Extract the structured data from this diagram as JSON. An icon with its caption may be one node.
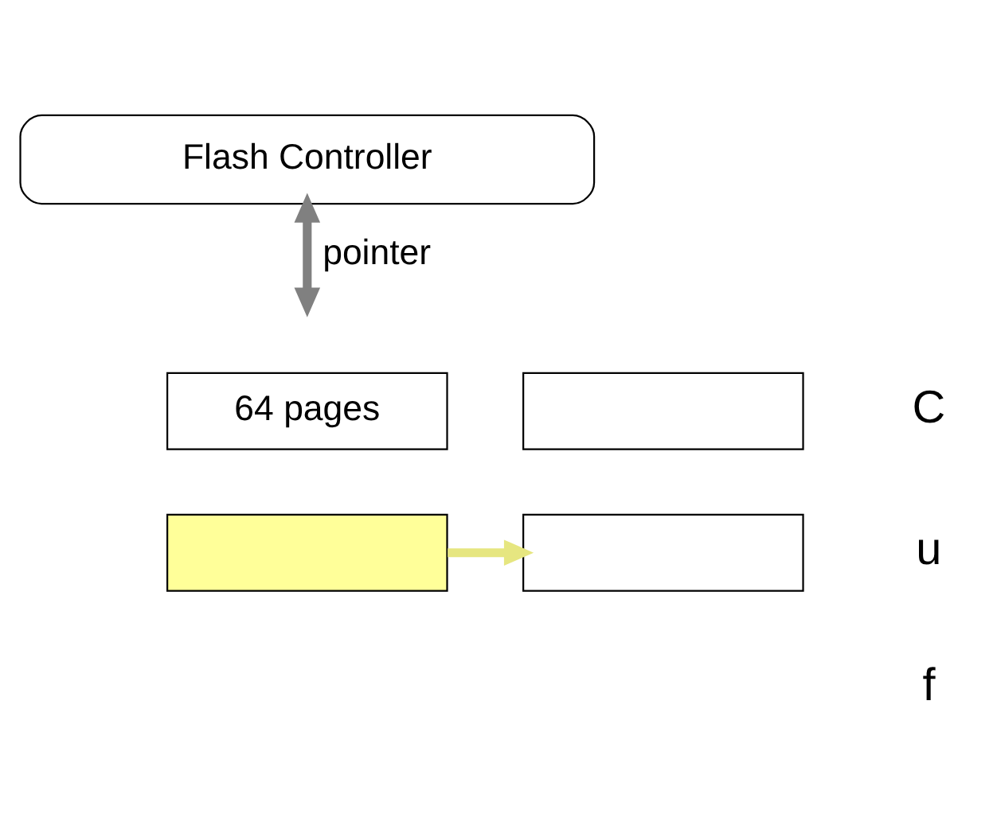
{
  "diagram": {
    "nodes": [
      {
        "text": [
          "Flash Controller"
        ]
      },
      {
        "text": [
          "64 pages"
        ]
      },
      {
        "text": [],
        "shape": "box"
      },
      {
        "text": [],
        "shape": "box"
      },
      {
        "text": [],
        "shape": "box"
      }
    ],
    "edges": [
      {
        "from": 0,
        "to": null,
        "arrow": "both",
        "label": "pointer",
        "color": "#808080"
      },
      {
        "from": 3,
        "to": 4,
        "arrow": "to",
        "color": "#e6e680"
      }
    ],
    "labels": [
      "C",
      "u",
      "f"
    ]
  }
}
